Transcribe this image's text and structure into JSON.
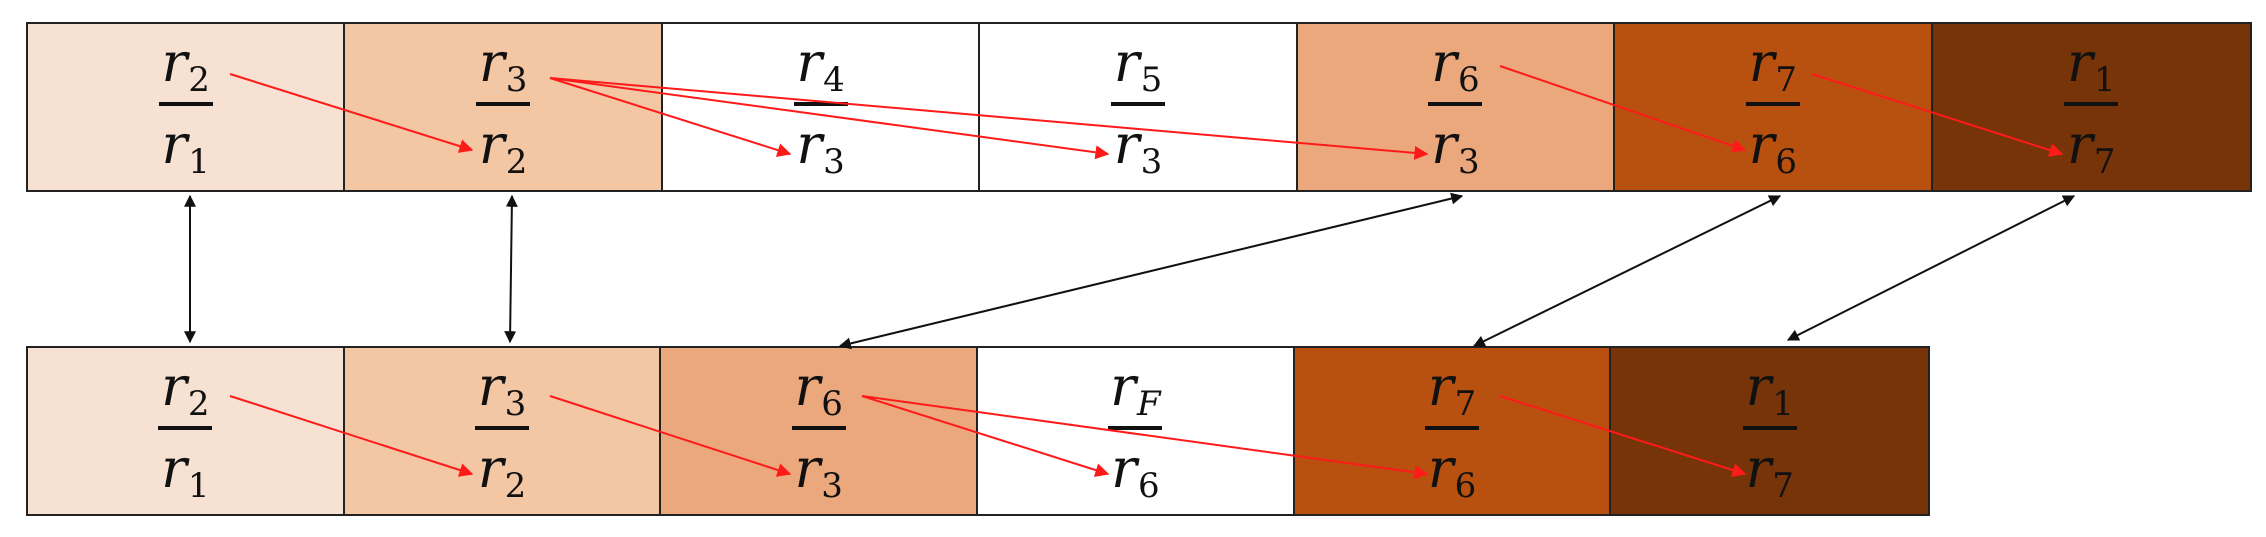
{
  "colors": {
    "c1": "#f7e1d2",
    "c2": "#f3c6a4",
    "c3": "#eaa87c",
    "c4": "#b8500f",
    "c5": "#773408",
    "white": "#ffffff",
    "red_arrow": "#ff1a1a",
    "black_arrow": "#111111"
  },
  "top_row": [
    {
      "num_base": "r",
      "num_sub": "2",
      "den_base": "r",
      "den_sub": "1",
      "color": "#f7e1d2"
    },
    {
      "num_base": "r",
      "num_sub": "3",
      "den_base": "r",
      "den_sub": "2",
      "color": "#f3c6a4"
    },
    {
      "num_base": "r",
      "num_sub": "4",
      "den_base": "r",
      "den_sub": "3",
      "color": "#ffffff"
    },
    {
      "num_base": "r",
      "num_sub": "5",
      "den_base": "r",
      "den_sub": "3",
      "color": "#ffffff"
    },
    {
      "num_base": "r",
      "num_sub": "6",
      "den_base": "r",
      "den_sub": "3",
      "color": "#eaa87c"
    },
    {
      "num_base": "r",
      "num_sub": "7",
      "den_base": "r",
      "den_sub": "6",
      "color": "#b8500f"
    },
    {
      "num_base": "r",
      "num_sub": "1",
      "den_base": "r",
      "den_sub": "7",
      "color": "#773408"
    }
  ],
  "bottom_row": [
    {
      "num_base": "r",
      "num_sub": "2",
      "den_base": "r",
      "den_sub": "1",
      "color": "#f7e1d2"
    },
    {
      "num_base": "r",
      "num_sub": "3",
      "den_base": "r",
      "den_sub": "2",
      "color": "#f3c6a4"
    },
    {
      "num_base": "r",
      "num_sub": "6",
      "den_base": "r",
      "den_sub": "3",
      "color": "#eaa87c"
    },
    {
      "num_base": "r",
      "num_sub": "F",
      "den_base": "r",
      "den_sub": "6",
      "color": "#ffffff"
    },
    {
      "num_base": "r",
      "num_sub": "7",
      "den_base": "r",
      "den_sub": "6",
      "color": "#b8500f"
    },
    {
      "num_base": "r",
      "num_sub": "1",
      "den_base": "r",
      "den_sub": "7",
      "color": "#773408"
    }
  ]
}
